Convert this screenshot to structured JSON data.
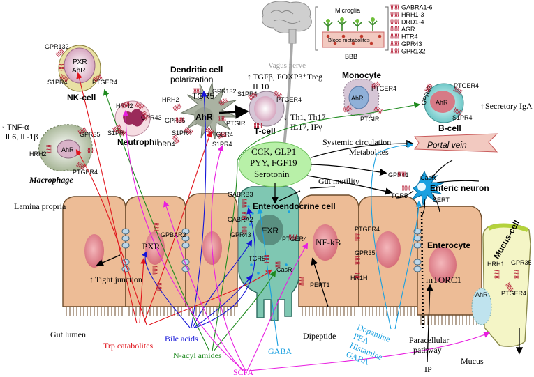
{
  "legend": {
    "items": [
      "GABRA1-6",
      "HRH1-3",
      "DRD1-4",
      "AGR",
      "HTR4",
      "GPR43",
      "GPR132"
    ]
  },
  "brain": {
    "microglia": "Microglia",
    "blood_metabolites": "Blood metabolites",
    "bbb": "BBB",
    "vagus": "Vagus nerve"
  },
  "cells": {
    "nk": {
      "title": "NK-cell",
      "nucleus": [
        "PXR",
        "AhR"
      ],
      "receptors": [
        "GPR132",
        "S1PR4",
        "PTGER4"
      ]
    },
    "dendritic": {
      "title": [
        "Dendritic cell",
        "polarization"
      ],
      "nucleus": "AhR",
      "receptors": [
        "TGR5",
        "GPR132",
        "HRH2",
        "GPR35",
        "S1PR4",
        "PTGER4",
        "S1PR4",
        "PTGIR",
        "DRD4"
      ]
    },
    "neutrophil": {
      "title": "Neutrophil",
      "receptors": [
        "HRH2",
        "GPR43",
        "S1PR4"
      ]
    },
    "macrophage": {
      "title": "Macrophage",
      "nucleus": "AhR",
      "receptors": [
        "GPR35",
        "HRH2",
        "PTGER4"
      ],
      "effects": [
        "TNF-α",
        "IL6, IL-1β"
      ]
    },
    "tcell": {
      "title": "T-cell",
      "receptors": [
        "S1PR4",
        "PTGER4"
      ],
      "effects_up": [
        "TGFβ, FOXP3⁺Treg",
        "IL10"
      ],
      "effects_down": [
        "Th1, Th17",
        "IL17, IFγ"
      ]
    },
    "monocyte": {
      "title": "Monocyte",
      "nucleus": "AhR",
      "receptors": [
        "PTGER4",
        "PTGIR"
      ]
    },
    "bcell": {
      "title": "B-cell",
      "nucleus": "AhR",
      "receptors": [
        "GPR32",
        "PTGER4",
        "S1PR4"
      ],
      "effect": "Secretory IgA"
    },
    "enteric_neuron": {
      "title": "Enteric neuron",
      "receptors": [
        "CasR",
        "GPR41",
        "TGR5",
        "SERT"
      ]
    },
    "eec": {
      "title": "Enteroendocrine cell",
      "nucleus": "FXR",
      "hormones": [
        "CCK, GLP1",
        "PYY, FGF19",
        "Serotonin"
      ],
      "receptors": [
        "GABRB3",
        "GABRA2",
        "GPR43",
        "PTGER4",
        "TGR5",
        "CasR"
      ]
    },
    "enterocyte": {
      "title": "Enterocyte",
      "receptors": [
        "PTGER4",
        "GPR35",
        "HR1H",
        "PEPT1"
      ],
      "mtorc": "mTORC1",
      "nfkb": "NF-kB"
    },
    "left_epithelium": {
      "nucleus": "PXR",
      "receptor": "GPBAR2",
      "tight_junction": "Tight junction"
    },
    "mucus_cell": {
      "title": "Mucus-cell",
      "nucleus": "AhR",
      "receptors": [
        "HRH1",
        "GPR35",
        "PTGER4"
      ]
    }
  },
  "labels": {
    "lamina_propria": "Lamina propria",
    "gut_lumen": "Gut lumen",
    "systemic": "Systemic circulation",
    "metabolites": "Metabolites",
    "portal_vein": "Portal vein",
    "gut_motility": "Gut motility",
    "paracellular": [
      "Paracellular",
      "pathway"
    ],
    "mucus": "Mucus",
    "ip": "IP",
    "dipeptide": "Dipeptide"
  },
  "metabolites": {
    "trp": "Trp catabolites",
    "bile": "Bile acids",
    "nacyl": "N-acyl amides",
    "scfa": "SCFA",
    "gaba": "GABA",
    "blue_list": [
      "Dopamine",
      "PEA",
      "Histamine",
      "GABA"
    ]
  },
  "colors": {
    "trp": "#e0141c",
    "bile": "#1414d8",
    "nacyl": "#1e8a1e",
    "scfa": "#e81ee0",
    "gaba": "#1aa0e0",
    "epithelium": "#edbc96",
    "eec": "#7fc7b2",
    "hormone_box": "#b8f0a8",
    "mucus_cell": "#f4f5c6"
  }
}
